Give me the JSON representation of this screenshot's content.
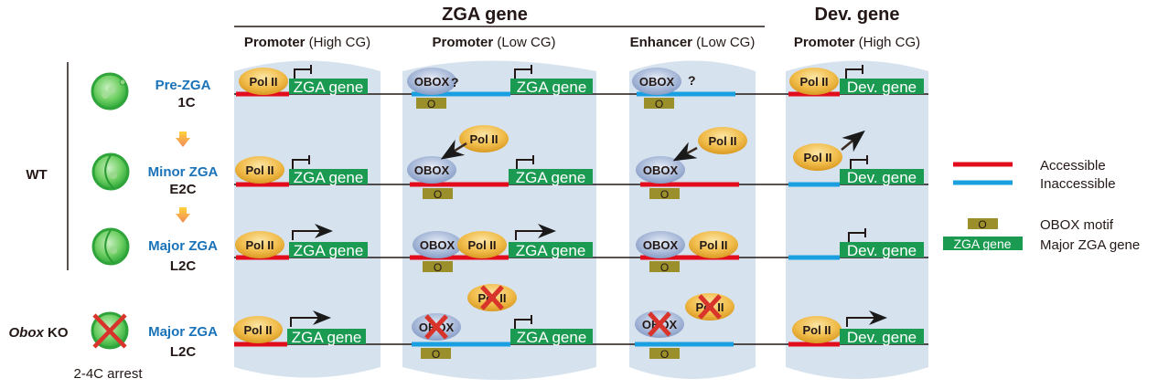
{
  "header": {
    "group_zga": "ZGA gene",
    "group_dev": "Dev. gene",
    "columns": [
      {
        "bold": "Promoter",
        "normal": " (High CG)"
      },
      {
        "bold": "Promoter",
        "normal": " (Low CG)"
      },
      {
        "bold": "Enhancer",
        "normal": " (Low CG)"
      },
      {
        "bold": "Promoter",
        "normal": " (High CG)"
      }
    ]
  },
  "left": {
    "wt_label": "WT",
    "ko_label_italic": "Obox",
    "ko_label_rest": " KO",
    "arrest_label": "2-4C arrest",
    "stages": [
      {
        "name": "Pre-ZGA",
        "sub": "1C"
      },
      {
        "name": "Minor ZGA",
        "sub": "E2C"
      },
      {
        "name": "Major ZGA",
        "sub": "L2C"
      },
      {
        "name": "Major ZGA",
        "sub": "L2C"
      }
    ]
  },
  "labels": {
    "pol2": "Pol II",
    "obox": "OBOX",
    "motif": "O",
    "zga_gene": "ZGA gene",
    "dev_gene": "Dev. gene",
    "question": "?"
  },
  "legend": {
    "accessible": "Accessible",
    "inaccessible": "Inaccessible",
    "motif_label": "OBOX motif",
    "motif_box": "O",
    "gene_box": "ZGA gene",
    "gene_label": "Major ZGA gene"
  },
  "colors": {
    "accessible": "#e30c1c",
    "inaccessible": "#1aa0e0",
    "gene_box": "#1b9a52",
    "motif_box": "#9a8f2a",
    "panel": "#d6e2ee",
    "stage_blue": "#1a73b8",
    "cross": "#d9342b"
  }
}
